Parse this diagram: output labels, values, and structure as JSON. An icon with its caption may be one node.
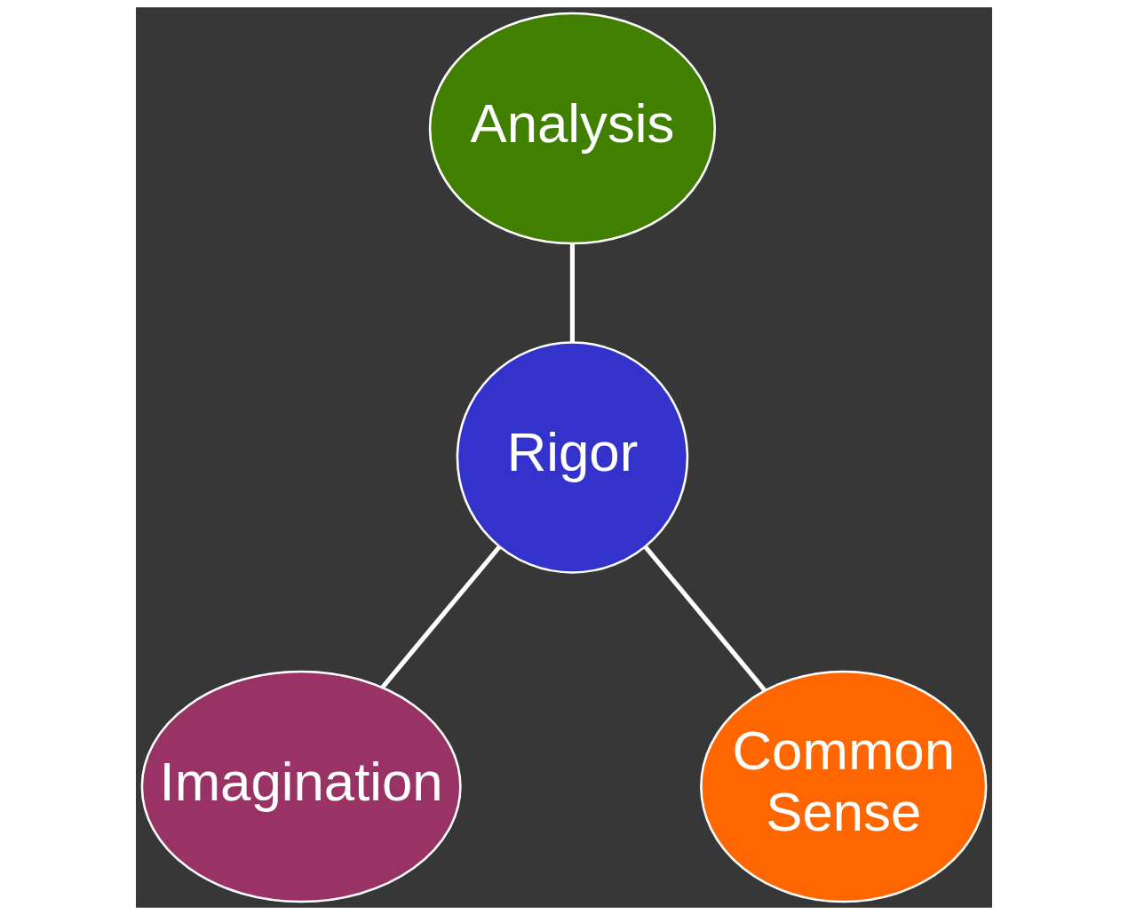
{
  "diagram": {
    "nodes": [
      {
        "text": [
          "Analysis"
        ]
      },
      {
        "text": [
          "Rigor"
        ]
      },
      {
        "text": [
          "Imagination"
        ]
      },
      {
        "text": [
          "Common Sense"
        ]
      }
    ],
    "edges": [
      {
        "from": 0,
        "to": 1,
        "arrow": "none"
      },
      {
        "from": 1,
        "to": 2,
        "arrow": "none"
      },
      {
        "from": 1,
        "to": 3,
        "arrow": "none"
      }
    ]
  }
}
